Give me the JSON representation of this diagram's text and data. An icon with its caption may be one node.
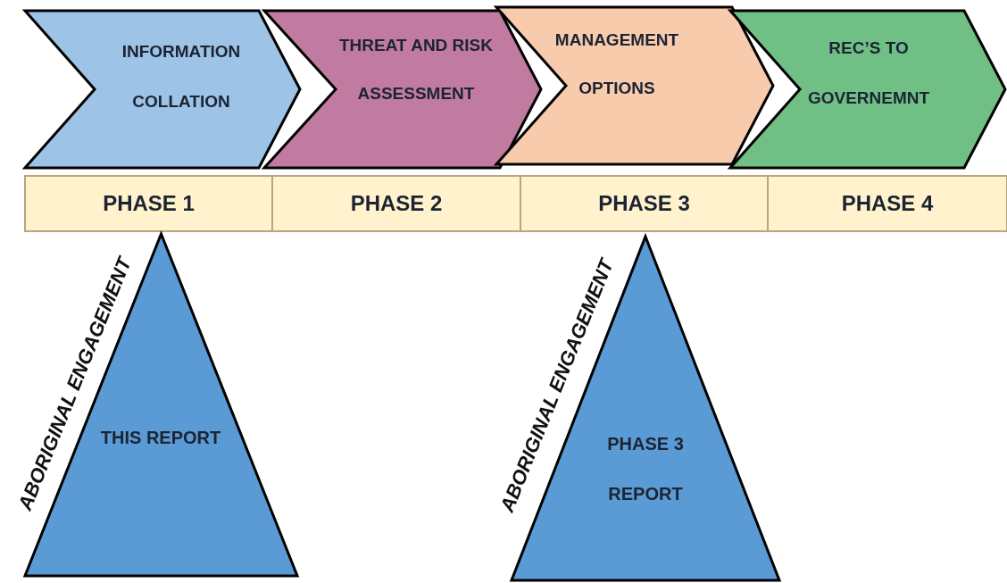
{
  "diagram": {
    "nodes": [
      {
        "text": [
          "INFORMATION COLLATION"
        ]
      },
      {
        "text": [
          "THREAT AND RISK ASSESSMENT"
        ]
      },
      {
        "text": [
          "MANAGEMENT OPTIONS"
        ]
      },
      {
        "text": [
          "REC’S TO GOVERNEMNT"
        ]
      },
      {
        "text": [
          "PHASE 1"
        ]
      },
      {
        "text": [
          "PHASE 2"
        ]
      },
      {
        "text": [
          "PHASE 3"
        ]
      },
      {
        "text": [
          "PHASE 4"
        ]
      },
      {
        "text": [
          "THIS REPORT"
        ],
        "beside": [
          "ABORIGINAL ENGAGEMENT"
        ]
      },
      {
        "text": [
          "PHASE 3 REPORT"
        ],
        "beside": [
          "ABORIGINAL ENGAGEMENT"
        ]
      }
    ]
  }
}
